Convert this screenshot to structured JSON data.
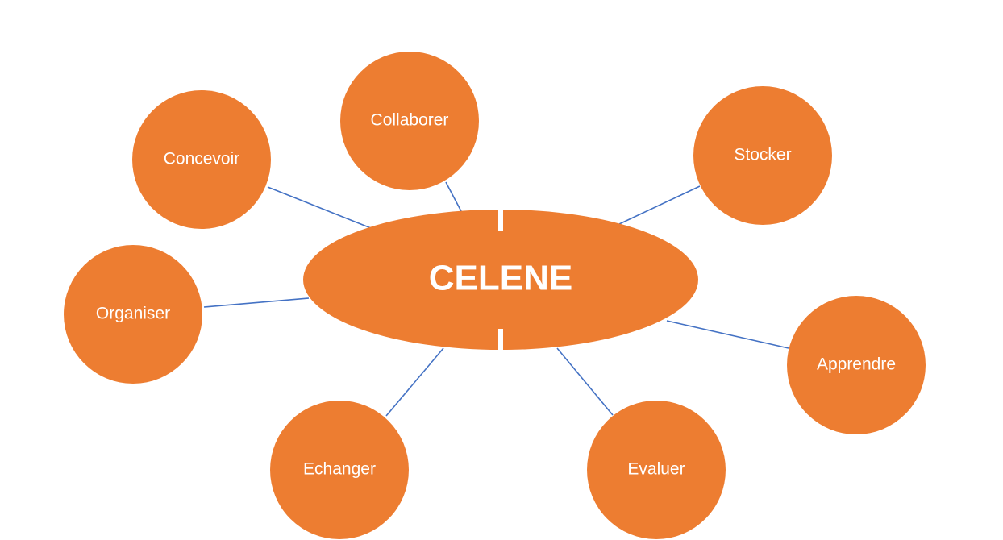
{
  "colors": {
    "node_fill": "#ed7d31",
    "connector": "#4472c4",
    "text": "#ffffff",
    "background": "#ffffff"
  },
  "center": {
    "label": "CELENE"
  },
  "nodes": [
    {
      "id": "concevoir",
      "label": "Concevoir"
    },
    {
      "id": "collaborer",
      "label": "Collaborer"
    },
    {
      "id": "stocker",
      "label": "Stocker"
    },
    {
      "id": "organiser",
      "label": "Organiser"
    },
    {
      "id": "apprendre",
      "label": "Apprendre"
    },
    {
      "id": "echanger",
      "label": "Echanger"
    },
    {
      "id": "evaluer",
      "label": "Evaluer"
    }
  ]
}
